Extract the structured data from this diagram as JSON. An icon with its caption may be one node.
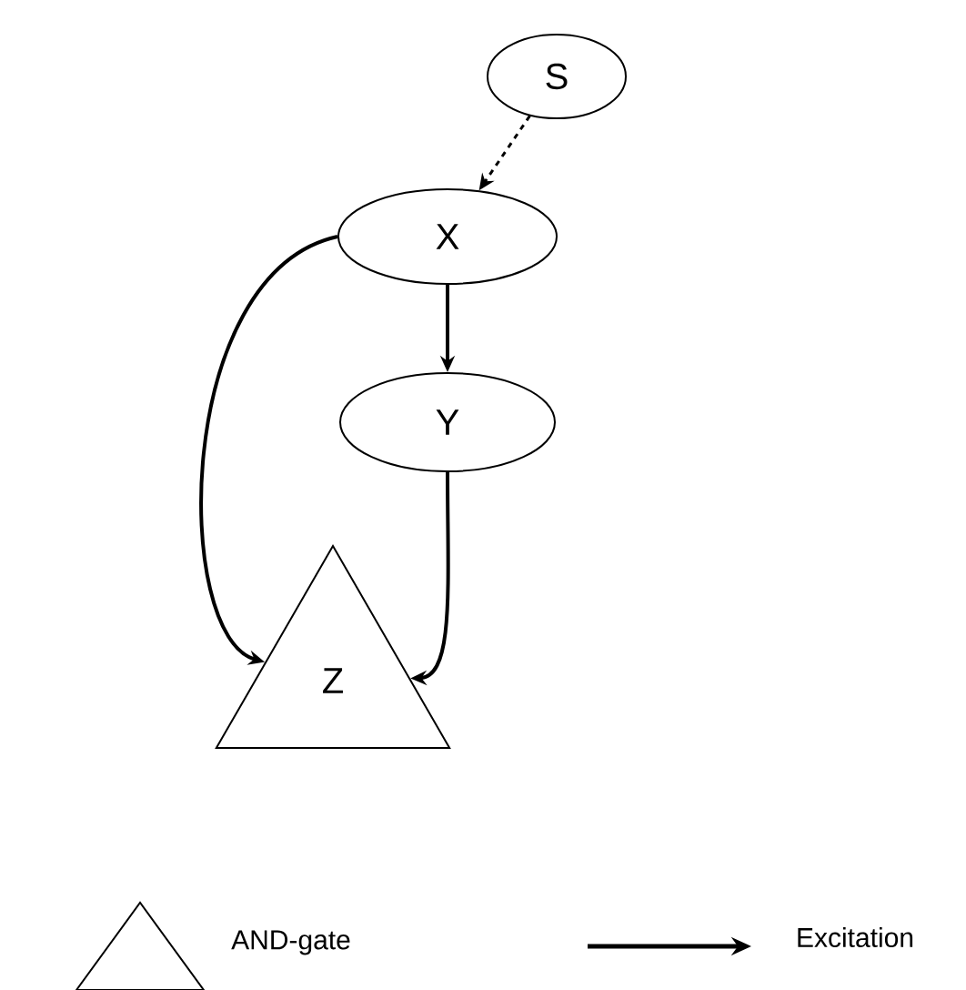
{
  "diagram": {
    "nodes": [
      {
        "text": [
          "S"
        ]
      },
      {
        "text": [
          "X"
        ]
      },
      {
        "text": [
          "Y"
        ]
      },
      {
        "text": [
          "Z"
        ]
      }
    ],
    "edges": [
      {
        "from": 0,
        "to": 1,
        "arrow": "to",
        "style": "dashed"
      },
      {
        "from": 1,
        "to": 2,
        "arrow": "to"
      },
      {
        "from": 1,
        "to": 3,
        "arrow": "to"
      },
      {
        "from": 2,
        "to": 3,
        "arrow": "to"
      }
    ],
    "legend": [
      {
        "text": "AND-gate"
      },
      {
        "text": "Excitation"
      }
    ]
  }
}
